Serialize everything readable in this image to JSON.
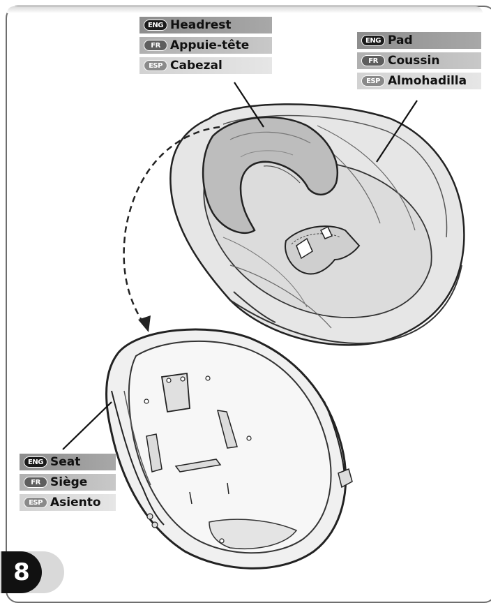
{
  "callouts": [
    {
      "id": "headrest",
      "rows": [
        {
          "lang": "ENG",
          "text": "Headrest"
        },
        {
          "lang": "FR",
          "text": "Appuie-tête"
        },
        {
          "lang": "ESP",
          "text": "Cabezal"
        }
      ]
    },
    {
      "id": "pad",
      "rows": [
        {
          "lang": "ENG",
          "text": "Pad"
        },
        {
          "lang": "FR",
          "text": "Coussin"
        },
        {
          "lang": "ESP",
          "text": "Almohadilla"
        }
      ]
    },
    {
      "id": "seat",
      "rows": [
        {
          "lang": "ENG",
          "text": "Seat"
        },
        {
          "lang": "FR",
          "text": "Siège"
        },
        {
          "lang": "ESP",
          "text": "Asiento"
        }
      ]
    }
  ],
  "page_number": "8",
  "colors": {
    "eng_badge": "#1a1a1a",
    "fr_badge": "#5e5e5e",
    "esp_badge": "#8a8a8a",
    "eng_bar": "#9a9a9a",
    "fr_bar": "#bdbdbd",
    "esp_bar": "#dadada",
    "pad_fill": "#e8e8e8",
    "headrest_fill": "#bdbdbd",
    "seat_fill": "#eeeeee"
  }
}
